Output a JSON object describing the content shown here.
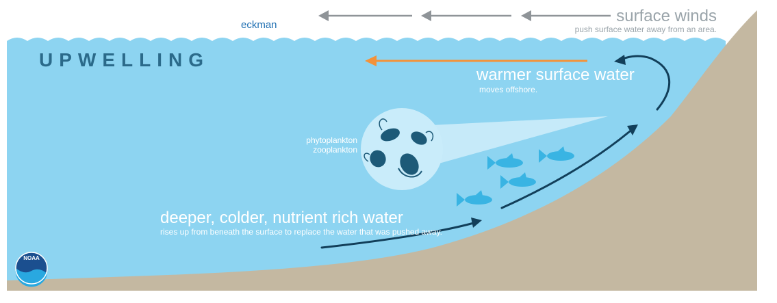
{
  "title": "UPWELLING",
  "eckman_label": "eckman",
  "surface_winds": {
    "heading": "surface winds",
    "subtext": "push surface water away from an area."
  },
  "warmer_water": {
    "heading": "warmer surface water",
    "subtext": "moves offshore."
  },
  "plankton": {
    "line1": "phytoplankton",
    "line2": "zooplankton"
  },
  "deep_water": {
    "heading": "deeper, colder, nutrient rich water",
    "subtext": "rises up from beneath the surface to replace the water that was pushed away."
  },
  "logo": {
    "text": "NOAA"
  },
  "colors": {
    "water": "#8dd4f1",
    "shore": "#c4b8a1",
    "wind_arrow": "#8f9498",
    "offshore_arrow": "#f3923a",
    "current_arrow": "#123f5a",
    "fish": "#39b4e3",
    "title": "#2b6a8a",
    "eckman": "#1f6fb2"
  }
}
